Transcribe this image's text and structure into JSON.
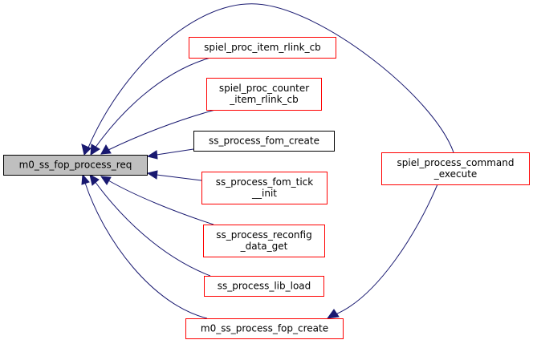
{
  "diagram": {
    "type": "call-graph",
    "colors": {
      "edge": "#191970",
      "focus_fill": "#bfbfbf",
      "focus_border": "#000000",
      "normal_border": "#000000",
      "truncated_border": "#ff0000",
      "text": "#000000"
    },
    "nodes": [
      {
        "id": "focus",
        "lines": [
          "m0_ss_fop_process_req"
        ],
        "style": "focus"
      },
      {
        "id": "n1",
        "lines": [
          "spiel_proc_item_rlink_cb"
        ],
        "style": "truncated"
      },
      {
        "id": "n2",
        "lines": [
          "spiel_proc_counter",
          "_item_rlink_cb"
        ],
        "style": "truncated"
      },
      {
        "id": "n3",
        "lines": [
          "ss_process_fom_create"
        ],
        "style": "normal"
      },
      {
        "id": "n4",
        "lines": [
          "ss_process_fom_tick",
          "__init"
        ],
        "style": "truncated"
      },
      {
        "id": "n5",
        "lines": [
          "ss_process_reconfig",
          "_data_get"
        ],
        "style": "truncated"
      },
      {
        "id": "n6",
        "lines": [
          "ss_process_lib_load"
        ],
        "style": "truncated"
      },
      {
        "id": "n7",
        "lines": [
          "m0_ss_process_fop_create"
        ],
        "style": "truncated"
      },
      {
        "id": "n8",
        "lines": [
          "spiel_process_command",
          "_execute"
        ],
        "style": "truncated"
      }
    ],
    "edges": [
      {
        "from": "n1",
        "to": "focus"
      },
      {
        "from": "n2",
        "to": "focus"
      },
      {
        "from": "n3",
        "to": "focus"
      },
      {
        "from": "n4",
        "to": "focus"
      },
      {
        "from": "n5",
        "to": "focus"
      },
      {
        "from": "n6",
        "to": "focus"
      },
      {
        "from": "n7",
        "to": "focus"
      },
      {
        "from": "n8",
        "to": "focus"
      },
      {
        "from": "n8",
        "to": "n7"
      }
    ]
  }
}
